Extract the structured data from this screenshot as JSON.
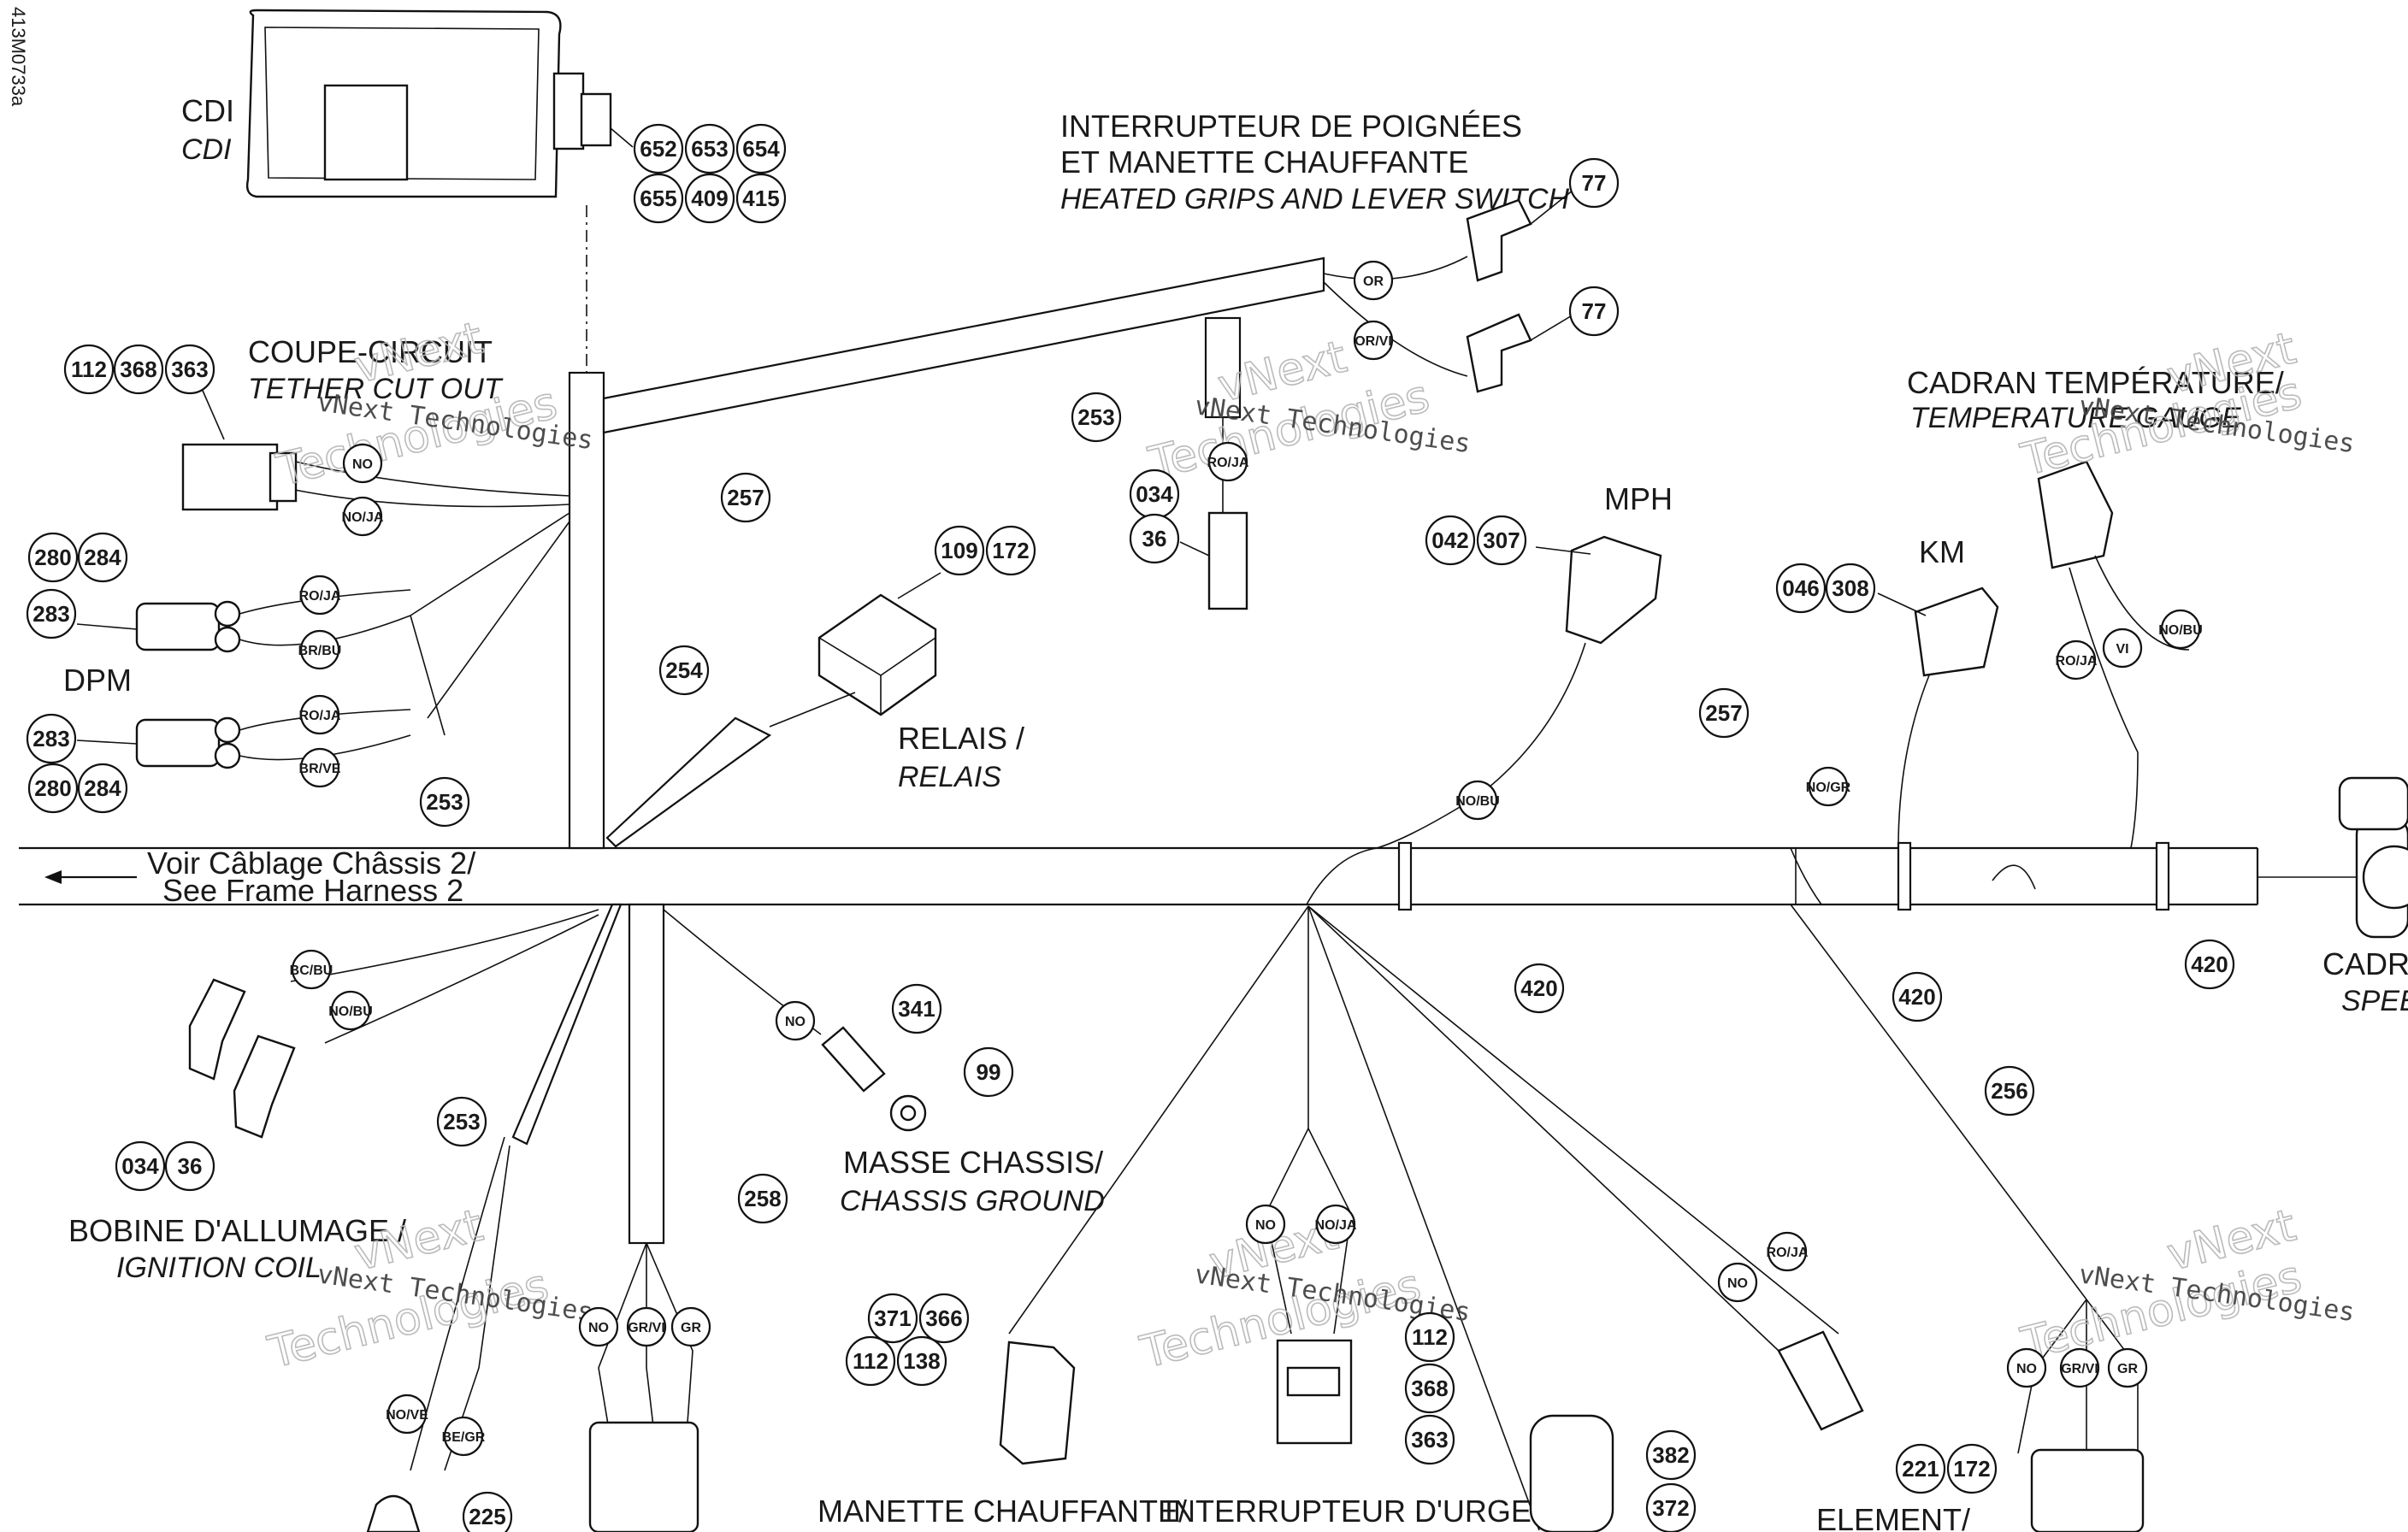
{
  "doc_id": "413M0733a",
  "watermark": {
    "brand": "vNext",
    "brand2": "Technologies",
    "caption": "vNext Technologies"
  },
  "components": {
    "cdi": {
      "fr": "CDI",
      "en": "CDI",
      "parts": [
        "652",
        "653",
        "654",
        "655",
        "409",
        "415"
      ]
    },
    "heated_switch": {
      "fr_1": "INTERRUPTEUR DE POIGNÉES",
      "fr_2": "ET MANETTE CHAUFFANTE",
      "en": "HEATED GRIPS AND LEVER SWITCH",
      "part_a": "77",
      "part_b": "77",
      "wire_a": "OR",
      "wire_b": "OR/VI"
    },
    "tether": {
      "fr": "COUPE-CIRCUIT",
      "en": "TETHER CUT OUT",
      "parts": [
        "112",
        "368",
        "363"
      ],
      "wire_a": "NO",
      "wire_b": "NO/JA"
    },
    "dpm": {
      "label": "DPM",
      "upper_parts": [
        "280",
        "284",
        "283"
      ],
      "lower_parts": [
        "283",
        "280",
        "284"
      ],
      "wires_upper": [
        "RO/JA",
        "BR/BU"
      ],
      "wires_lower": [
        "RO/JA",
        "BR/VE"
      ]
    },
    "relay": {
      "fr": "RELAIS /",
      "en": "RELAIS",
      "parts": [
        "109",
        "172"
      ]
    },
    "connector_034": {
      "parts": [
        "034",
        "36"
      ],
      "wire": "RO/JA"
    },
    "mph": {
      "label": "MPH",
      "parts": [
        "042",
        "307"
      ],
      "wire": "NO/BU"
    },
    "km": {
      "label": "KM",
      "parts": [
        "046",
        "308"
      ],
      "wire": "NO/GR"
    },
    "temp_gauge": {
      "fr": "CADRAN TEMPÉRATURE/",
      "en": "TEMPERATURE GAUGE",
      "wires": [
        "RO/JA",
        "VI",
        "NO/BU"
      ]
    },
    "speedo": {
      "fr": "CADRAN",
      "en": "SPEEI"
    },
    "main_harness": {
      "line1": "Voir Câblage Châssis 2/",
      "line2": "See Frame Harness 2"
    },
    "ignition_coil": {
      "fr": "BOBINE D'ALLUMAGE /",
      "en": "IGNITION COIL",
      "parts": [
        "034",
        "36"
      ],
      "wires": [
        "BC/BU",
        "NO/BU"
      ]
    },
    "chassis_ground": {
      "fr": "MASSE CHASSIS/",
      "en": "CHASSIS GROUND",
      "parts": [
        "341",
        "99"
      ],
      "wire": "NO"
    },
    "heated_lever": {
      "fr": "MANETTE CHAUFFANTE/",
      "parts": [
        "371",
        "366",
        "112",
        "138"
      ],
      "wires": [
        "NO",
        "NO/JA"
      ]
    },
    "emergency_switch": {
      "fr": "INTERRUPTEUR D'URGENCE/",
      "parts": [
        "112",
        "368",
        "363"
      ]
    },
    "plug_382": {
      "parts": [
        "382",
        "372"
      ]
    },
    "element": {
      "fr": "ELEMENT/",
      "parts": [
        "221",
        "172"
      ],
      "wires": [
        "NO",
        "RO/JA"
      ]
    },
    "bottom_left_plug": {
      "parts": [
        "225"
      ],
      "wires": [
        "NO/VE",
        "BE/GR"
      ]
    },
    "bottom_mid_plug": {
      "wires": [
        "NO",
        "GR/VI",
        "GR"
      ]
    },
    "bottom_right_plug": {
      "wires": [
        "NO",
        "GR/VI",
        "GR"
      ]
    }
  },
  "callouts": {
    "harness_253_a": "253",
    "harness_253_b": "253",
    "harness_253_c": "253",
    "harness_257_a": "257",
    "harness_257_b": "257",
    "harness_254": "254",
    "harness_258": "258",
    "harness_256": "256",
    "tie_420_a": "420",
    "tie_420_b": "420",
    "tie_420_c": "420"
  }
}
